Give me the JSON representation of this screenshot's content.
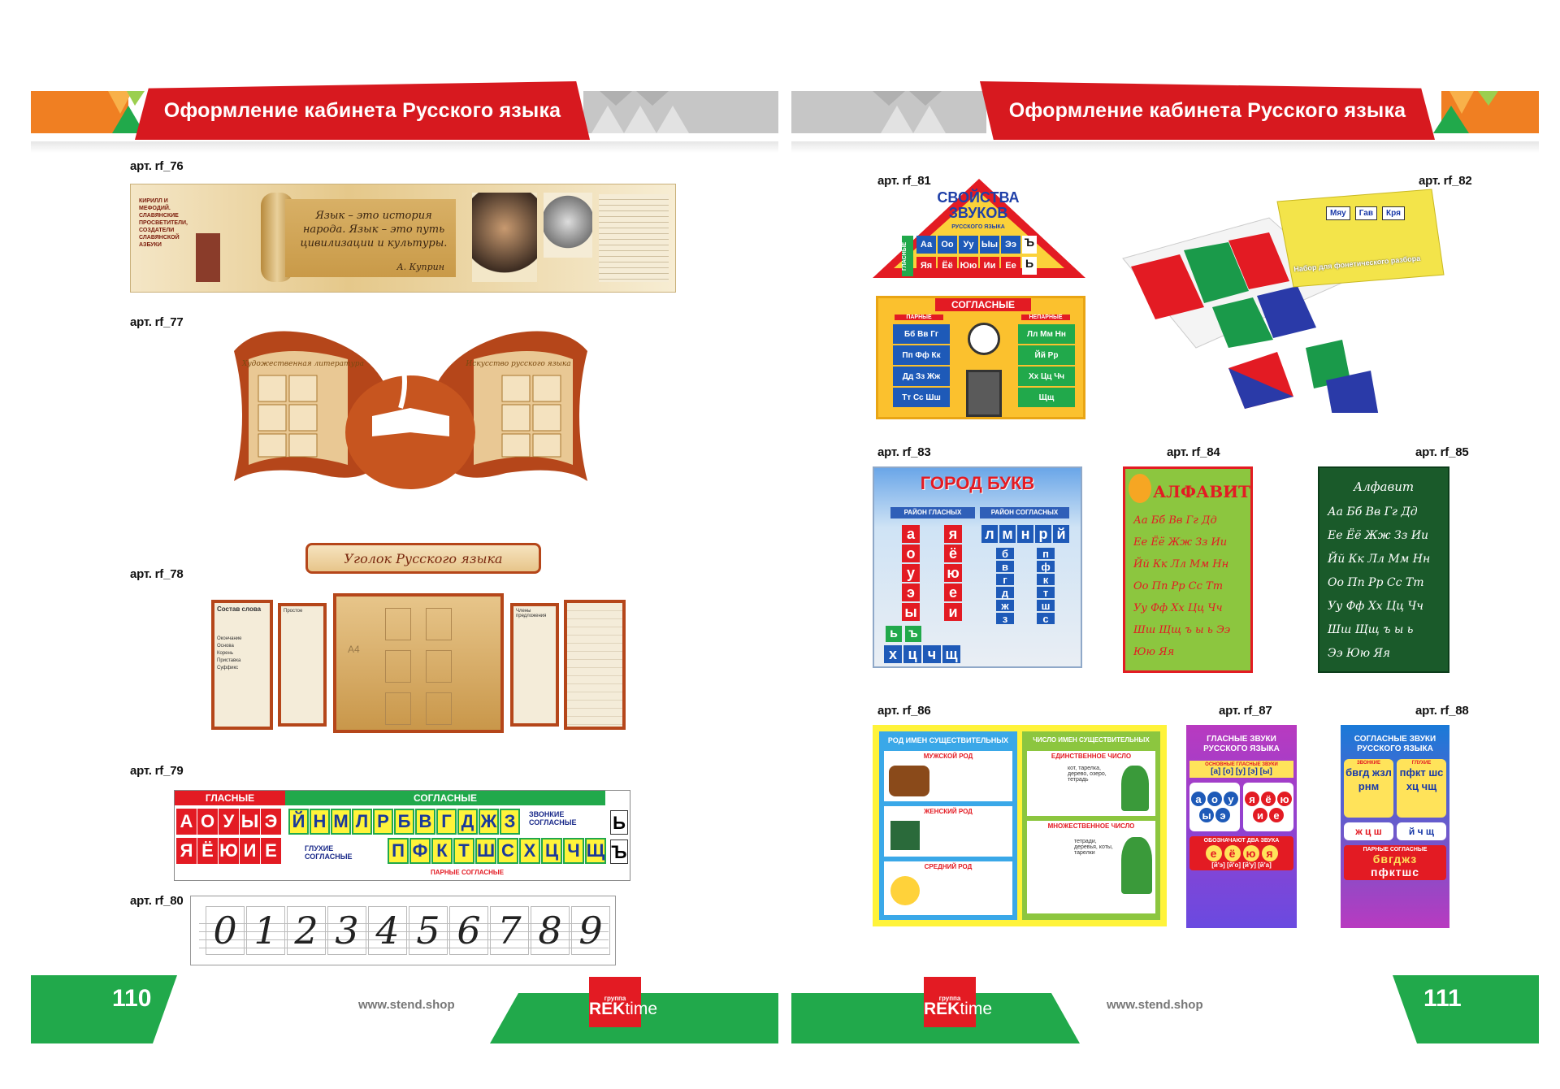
{
  "header": {
    "title": "Оформление кабинета Русского языка"
  },
  "left_page": {
    "page_number": "110",
    "website": "www.stend.shop",
    "logo": {
      "small": "группа",
      "brand_bold": "REK",
      "brand_light": "time"
    },
    "articles": [
      "арт. rf_76",
      "арт. rf_77",
      "арт. rf_78",
      "арт. rf_79",
      "арт. rf_80"
    ],
    "rf76": {
      "left_text": "КИРИЛЛ И МЕФОДИЙ. СЛАВЯНСКИЕ ПРОСВЕТИТЕЛИ, СОЗДАТЕЛИ СЛАВЯНСКОЙ АЗБУКИ",
      "quote": "Язык – это история народа. Язык – это путь цивилизации и культуры.",
      "author": "А. Куприн"
    },
    "rf77": {
      "left_title": "Художественная литература",
      "right_title": "Искусство русского языка"
    },
    "rf78": {
      "banner": "Уголок Русского языка",
      "a4": "А4",
      "panel_left": "Состав слова",
      "panel_left_items": [
        "Окончание",
        "Основа",
        "Корень",
        "Приставка",
        "Суффикс"
      ],
      "panel_mid": "Простое",
      "panel_right": "Члены предложения"
    },
    "rf79": {
      "vowels_header": "ГЛАСНЫЕ",
      "consonants_header": "СОГЛАСНЫЕ",
      "vowels_row1": [
        "А",
        "О",
        "У",
        "Ы",
        "Э"
      ],
      "vowels_row2": [
        "Я",
        "Ё",
        "Ю",
        "И",
        "Е"
      ],
      "consonants_row1": [
        "Й",
        "Н",
        "М",
        "Л",
        "Р",
        "Б",
        "В",
        "Г",
        "Д",
        "Ж",
        "З"
      ],
      "consonants_row2": [
        "П",
        "Ф",
        "К",
        "Т",
        "Ш",
        "С",
        "Х",
        "Ц",
        "Ч",
        "Щ"
      ],
      "voiced": "ЗВОНКИЕ СОГЛАСНЫЕ",
      "voiceless": "ГЛУХИЕ СОГЛАСНЫЕ",
      "paired": "ПАРНЫЕ СОГЛАСНЫЕ",
      "signs": [
        "Ь",
        "Ъ"
      ]
    },
    "rf80": {
      "digits": [
        "0",
        "1",
        "2",
        "3",
        "4",
        "5",
        "6",
        "7",
        "8",
        "9"
      ]
    }
  },
  "right_page": {
    "page_number": "111",
    "website": "www.stend.shop",
    "logo": {
      "small": "группа",
      "brand_bold": "REK",
      "brand_light": "time"
    },
    "articles": [
      "арт. rf_81",
      "арт. rf_82",
      "арт. rf_83",
      "арт. rf_84",
      "арт. rf_85",
      "арт. rf_86",
      "арт. rf_87",
      "арт. rf_88"
    ],
    "rf81": {
      "roof_title": "СВОЙСТВА ЗВУКОВ",
      "roof_subtitle": "РУССКОГО ЯЗЫКА",
      "vowels_label": "ГЛАСНЫЕ",
      "roof_row1": [
        "Аа",
        "Оо",
        "Уу",
        "Ыы",
        "Ээ"
      ],
      "roof_row2": [
        "Яя",
        "Ёё",
        "Юю",
        "Ии",
        "Ее"
      ],
      "hard_soft": [
        "Ъ",
        "Ь"
      ],
      "house_title": "СОГЛАСНЫЕ",
      "paired_label": "ПАРНЫЕ",
      "unpaired_label": "НЕПАРНЫЕ",
      "pairs_left": [
        "Бб Вв Гг",
        "Пп Фф Кк",
        "Дд Зз Жж",
        "Тт Сс Шш"
      ],
      "pairs_right": [
        "Лл Мм Нн",
        "Йй Рр",
        "Хх Цц Чч",
        "Щщ"
      ]
    },
    "rf82": {
      "box_title": "Набор для фонетического разбора",
      "words": [
        "Мяу",
        "Гав",
        "Кря"
      ]
    },
    "rf83": {
      "title": "ГОРОД БУКВ",
      "district_vowels": "РАЙОН ГЛАСНЫХ",
      "district_consonants": "РАЙОН СОГЛАСНЫХ",
      "vowels_col1": [
        "а",
        "о",
        "у",
        "э",
        "ы"
      ],
      "vowels_col2": [
        "я",
        "ё",
        "ю",
        "е",
        "и"
      ],
      "cons_top": [
        "л",
        "м",
        "н",
        "р",
        "й"
      ],
      "cons_col1": [
        "б",
        "в",
        "г",
        "д",
        "ж",
        "з"
      ],
      "cons_col2": [
        "п",
        "ф",
        "к",
        "т",
        "ш",
        "с"
      ],
      "bottom": [
        "х",
        "ц",
        "ч",
        "щ"
      ],
      "signs": [
        "ь",
        "ъ"
      ]
    },
    "rf84": {
      "title": "АЛФАВИТ",
      "lines": [
        "Аа Бб Вв Гг Дд",
        "Ее Ёё Жж Зз Ии",
        "Йй Кк Лл Мм Нн",
        "Оо Пп Рр Сс Тт",
        "Уу Фф Хх Цц Чч",
        "Шш Щщ ъ ы ь Ээ",
        "Юю Яя"
      ]
    },
    "rf85": {
      "title": "Алфавит",
      "lines": [
        "Аа Бб Вв Гг Дд",
        "Ее Ёё Жж Зз Ии",
        "Йй Кк Лл Мм Нн",
        "Оо Пп Рр Сс Тт",
        "Уу Фф Хх Цц Чч",
        "Шш Щщ ъ ы ь",
        "Ээ Юю Яя"
      ]
    },
    "rf86": {
      "left_header": "РОД ИМЕН СУЩЕСТВИТЕЛЬНЫХ",
      "right_header": "ЧИСЛО ИМЕН СУЩЕСТВИТЕЛЬНЫХ",
      "masc": "МУЖСКОЙ РОД",
      "fem": "ЖЕНСКИЙ РОД",
      "neut": "СРЕДНИЙ РОД",
      "singular": "ЕДИНСТВЕННОЕ ЧИСЛО",
      "plural": "МНОЖЕСТВЕННОЕ ЧИСЛО",
      "singular_words": "кот, тарелка, дерево, озеро, тетрадь",
      "plural_words": "тетради, деревья, коты, тарелки"
    },
    "rf87": {
      "title": "ГЛАСНЫЕ ЗВУКИ РУССКОГО ЯЗЫКА",
      "basic": "ОСНОВНЫЕ ГЛАСНЫЕ ЗВУКИ",
      "basic_sounds": "[а] [о] [у] [э] [ы]",
      "hard_letters": [
        "а",
        "о",
        "у",
        "ы",
        "э"
      ],
      "soft_letters": [
        "я",
        "ё",
        "ю",
        "и",
        "е"
      ],
      "two_sounds": "ОБОЗНАЧАЮТ ДВА ЗВУКА",
      "two_letters": [
        "е",
        "ё",
        "ю",
        "я"
      ],
      "two_transcription": "[й'э] [й'о] [й'у] [й'а]"
    },
    "rf88": {
      "title": "СОГЛАСНЫЕ ЗВУКИ РУССКОГО ЯЗЫКА",
      "voiced": "ЗВОНКИЕ",
      "voiceless": "ГЛУХИЕ",
      "voiced_letters": "бвгд жзл рнм",
      "voiceless_letters": "пфкт шсхц чщ",
      "always_hard": "ж ц ш",
      "always_soft": "й ч щ",
      "paired": "ПАРНЫЕ СОГЛАСНЫЕ",
      "paired_top": "бвгджз",
      "paired_bottom": "пфктшс"
    }
  },
  "colors": {
    "red": "#d7191f",
    "green": "#21a94b",
    "orange": "#f07f22",
    "grey": "#c8c8c8"
  }
}
